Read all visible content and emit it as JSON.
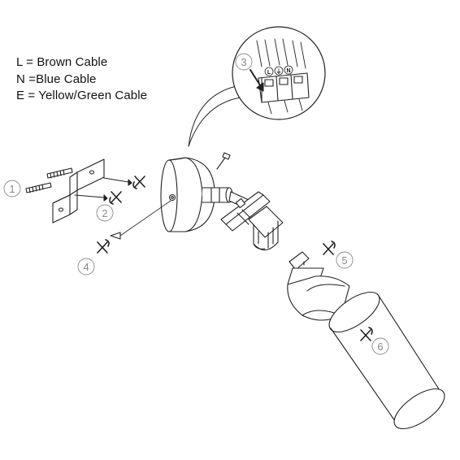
{
  "legend": {
    "line_l": {
      "key": "L",
      "sep": "=",
      "text": "Brown Cable"
    },
    "line_n": {
      "key": "N",
      "sep": "=",
      "text": "Blue Cable"
    },
    "line_e": {
      "key": "E",
      "sep": "=",
      "text": "Yellow/Green Cable"
    }
  },
  "steps": [
    "1",
    "2",
    "3",
    "4",
    "5",
    "6"
  ],
  "terminals": [
    "L",
    "⏚",
    "N"
  ],
  "colors": {
    "line": "#222222",
    "step": "#8a8a8a",
    "background": "#ffffff"
  }
}
